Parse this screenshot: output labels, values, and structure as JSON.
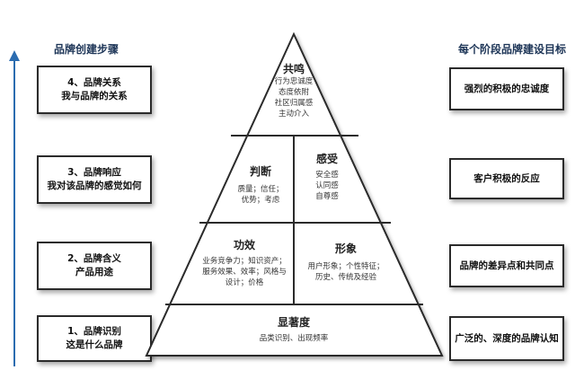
{
  "left_heading": "品牌创建步骤",
  "right_heading": "每个阶段品牌建设目标",
  "steps": [
    {
      "line1": "4、品牌关系",
      "line2": "我与品牌的关系"
    },
    {
      "line1": "3、品牌响应",
      "line2": "我对该品牌的感觉如何"
    },
    {
      "line1": "2、品牌含义",
      "line2": "产品用途"
    },
    {
      "line1": "1、品牌识别",
      "line2": "这是什么品牌"
    }
  ],
  "goals": [
    "强烈的积极的忠诚度",
    "客户积极的反应",
    "品牌的差异点和共同点",
    "广泛的、深度的品牌认知"
  ],
  "pyramid": {
    "resonance": {
      "title": "共鸣",
      "lines": [
        "行为忠诚度",
        "态度依附",
        "社区归属感",
        "主动介入"
      ]
    },
    "judgments": {
      "title": "判断",
      "lines": [
        "质量；信任；",
        "优势；考虑"
      ]
    },
    "feelings": {
      "title": "感受",
      "lines": [
        "安全感",
        "认同感",
        "自尊感"
      ]
    },
    "performance": {
      "title": "功效",
      "lines": [
        "业务竞争力；知识资产；",
        "服务效果、效率；风格与",
        "设计；价格"
      ]
    },
    "imagery": {
      "title": "形象",
      "lines": [
        "用户形象；个性特征；",
        "历史、传统及经验"
      ]
    },
    "salience": {
      "title": "显著度",
      "lines": [
        "品类识别、出现频率"
      ]
    }
  }
}
